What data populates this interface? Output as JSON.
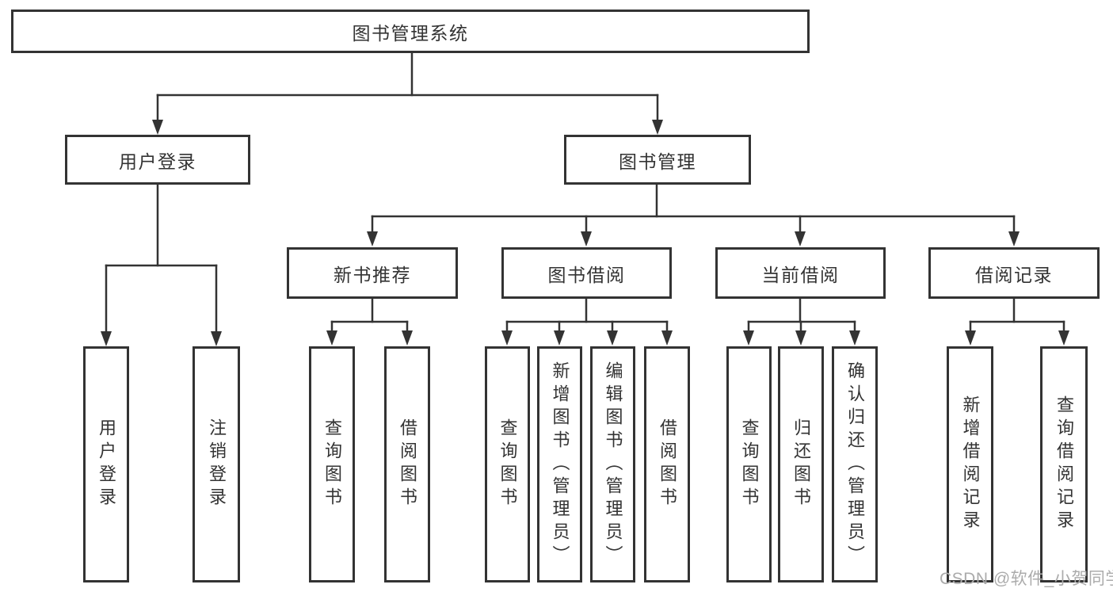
{
  "nodes": {
    "root": "图书管理系统",
    "user_login": "用户登录",
    "book_mgmt": "图书管理",
    "new_book_rec": "新书推荐",
    "book_borrow": "图书借阅",
    "current_borrow": "当前借阅",
    "borrow_records": "借阅记录",
    "leaf_user_login": "用户登录",
    "leaf_logout": "注销登录",
    "leaf_nb_query": "查询图书",
    "leaf_nb_borrow": "借阅图书",
    "leaf_bb_query": "查询图书",
    "leaf_bb_add": "新增图书（管理员）",
    "leaf_bb_edit": "编辑图书（管理员）",
    "leaf_bb_borrow": "借阅图书",
    "leaf_cb_query": "查询图书",
    "leaf_cb_return": "归还图书",
    "leaf_cb_confirm": "确认归还（管理员）",
    "leaf_br_add": "新增借阅记录",
    "leaf_br_query": "查询借阅记录"
  },
  "watermark": "CSDN @软件_小贺同学",
  "colors": {
    "line": "#333333",
    "text": "#333333",
    "watermark": "#ababab",
    "background": "#ffffff"
  }
}
